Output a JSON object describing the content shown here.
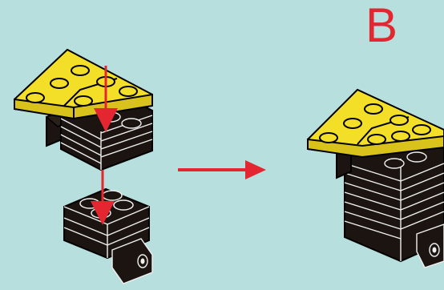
{
  "step": {
    "label": "B"
  },
  "colors": {
    "background": "#b7dfdd",
    "brick_yellow": "#f4df28",
    "brick_black": "#1b1410",
    "outline": "#000000",
    "arrow_red": "#e3262f"
  },
  "panels": {
    "left": {
      "description_key": "before-assembly"
    },
    "right": {
      "description_key": "after-assembly"
    }
  }
}
